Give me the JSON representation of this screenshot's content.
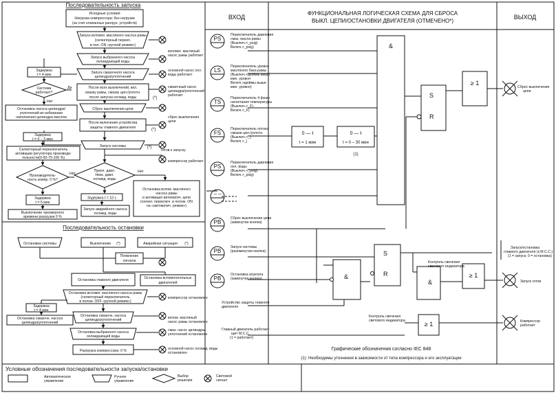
{
  "headers": {
    "startup_seq": "Последовательность запуска",
    "input": "ВХОД",
    "logic_title_1": "ФУНКЦИОНАЛЬНАЯ ЛОГИЧЕСКАЯ СХЕМА ДЛЯ СБРОСА",
    "logic_title_2": "ВЫКЛ. ЦЕПИ/ОСТАНОВКИ ДВИГАТЕЛЯ (ОТМЕЧЕНО*)",
    "output": "ВЫХОД",
    "stop_seq": "Последовательность остановки",
    "legend_title": "Условные обозначения последовательности запуска/остановки"
  },
  "startup": {
    "initial_1": "Исходные условия",
    "initial_2": "Нагрузка компрессора: без нагрузки",
    "initial_3": "(за счет клапанных разгруз. устройств)",
    "s1_1": "Запуск вспомог. масляного насоса рамы",
    "s1_2": "(селекторный перекл.",
    "s1_3": "в пол. ON «ручной режим»)",
    "s1_note_1": "вспомог. масляный",
    "s1_note_2": "насос рамы работает",
    "s2_1": "Запуск выбранного насоса",
    "s2_2": "охлаждающей воды",
    "s3_1": "Запуск смазочного насоса",
    "s3_2": "цилиндра/уплотнений",
    "s3_note_1": "основной насос охл.",
    "s3_note_2": "воды работает",
    "s4_1": "После всех выключений, вкл.",
    "s4_2": "смазку рамы, смазку цил./уплотн.",
    "s4_3": "после запуска охлажд. воды",
    "s4_note_1": "смазочный насос",
    "s4_note_2": "цилиндра/уплотнений",
    "s4_note_3": "работает",
    "s4_star": "(*)",
    "s5": "Сброс выключения цепи",
    "s5_note_1": "сброс выключения",
    "s5_note_2": "цепи",
    "s6_1": "После включения устройства",
    "s6_2": "защиты главного двигателя",
    "s6_star": "(*)",
    "s7": "Запуск системы",
    "s7_star": "(*)",
    "s7_note": "готов к запуску",
    "s8_note": "компрессор работает",
    "d1_1": "Прекл. давл.",
    "d1_2": "Низк. давл.",
    "d1_3": "охлажд. воды",
    "d1_yes": "Нет",
    "delay_main": "Задержка t = 10 с",
    "s9_1": "Запуск аварийного насоса",
    "s9_2": "охлажд. воды",
    "s10_1": "Остановка вспом. масляного",
    "s10_2": "насоса рамы",
    "s10_3": "и активация автоматич. цепи",
    "s10_4": "(селект. переключ. в полож. ON",
    "s10_5": "на «автоматич. режим»)",
    "left_delay1_1": "Задержка",
    "left_delay1_2": "t = 4 мин",
    "left_d_1": "Система",
    "left_d_2": "работает?",
    "left_d_yes": "Да",
    "left_d_no": "Нет",
    "left_stop_1": "Остановка насоса цилиндра/",
    "left_stop_2": "уплотнений во избежание",
    "left_stop_3": "наполнения цилиндра маслом",
    "left_delay2_1": "Задержка",
    "left_delay2_2": "t = 0 – 3 мин",
    "left_sel_1": "Селекторный переключатель",
    "left_sel_2": "активации регулятора производи-",
    "left_sel_3": "тельности(0-50-75-100 %)",
    "left_d2_1": "Производитель-",
    "left_d2_2": "ность компр. 0 %?",
    "left_d2_no": "Нет",
    "left_delay3_1": "Задержка",
    "left_delay3_2": "t = 5 мин",
    "left_end_1": "Выключение чрезмерного",
    "left_end_2": "времени разгрузки 0 %"
  },
  "stop": {
    "b1": "Остановка системы",
    "b2": "Выключение",
    "b2_star": "(*)",
    "b3": "Аварийная ситуация",
    "b3_star": "(*)",
    "sig_1": "Появление",
    "sig_2": "сигнала",
    "m1": "Остановка главного двигателя",
    "m2_1": "Остановка вспомогательных",
    "m2_2": "двигателей",
    "o1_1": "Остановка вспомог. масляного насоса рамы",
    "o1_2": "(селекторный переключатель",
    "o1_3": "в полож. OFF «ручной режим»)",
    "o1_note": "компрессор остановлен",
    "dl_1": "Задержка",
    "dl_2": "t = 4 мин",
    "o2_1": "Остановка смазочн. насоса",
    "o2_2": "цилиндра/уплотнений",
    "o3_1": "Остановка смазочн. насоса",
    "o3_2": "цилиндра/уплотнений",
    "o3_note_1": "вспом. масляный",
    "o3_note_2": "насос рамы остановлен",
    "o4_1": "Остановка выбранного насоса",
    "o4_2": "охлаждающей воды",
    "o4_note_1": "смаз. насос цилиндра/",
    "o4_note_2": "уплотнений остановлен",
    "o5": "Разгрузка компрессора: 0 %",
    "o5_note_1": "основной насос охлажд. воды",
    "o5_note_2": "остановлен"
  },
  "inputs": [
    {
      "sym": "PS",
      "l1": "Переключатель давления",
      "l2": "смаз. масла рамы",
      "l3": "(Выключ.<_psig)",
      "l4": "Включ.>_psig)"
    },
    {
      "sym": "LS",
      "l1": "Переключатель уровня",
      "l2": "масляного бака рамы",
      "l3": "(Выключ.<дюймы выше",
      "l4": "мин. уровня",
      "l5": "Включ.>дюймы выше",
      "l6": "мин. уровня)"
    },
    {
      "sym": "TS",
      "l1": "Переключатель 4 фазы",
      "l2": "нагнетания температуры",
      "l3": "(Выключ.<_F)",
      "l4": "Включ.>_F)"
    },
    {
      "sym": "FS",
      "l1": "Переключатель потока",
      "l2": "смазки цил./уплотн.",
      "l3": "(Выключ.<_)",
      "l4": "Включ.>_)"
    },
    {
      "sym": "PS",
      "l1": "Переключатель давления",
      "l2": "охл. воды",
      "l3": "(Выключ.<_psig)",
      "l4": "Включ.>_psig)"
    },
    {
      "sym": "– –",
      "l1": "",
      "l2": "",
      "l3": "",
      "l4": ""
    },
    {
      "sym": "PB",
      "l1": "Сброс выключения цепи",
      "l2": "(замкнутая кнопка)",
      "l3": "",
      "l4": ""
    },
    {
      "sym": "PB",
      "l1": "Запуск системы",
      "l2": "(разомкнутая кнопка)",
      "l3": "",
      "l4": ""
    },
    {
      "sym": "PB",
      "l1": "Остановка агрегата",
      "l2": "(замкнутая кнопка)",
      "l3": "",
      "l4": ""
    }
  ],
  "inputs_extra": {
    "motor_prot_1": "Устройство защиты главного",
    "motor_prot_2": "двигателя",
    "mcc_1": "Главный двигатель работает",
    "mcc_2": "щит M.C.C.",
    "mcc_3": "(1 = работает)"
  },
  "logic": {
    "and": "&",
    "or": "≥ 1",
    "s": "S",
    "r": "R",
    "timer1_top": "0 — t",
    "timer1_bot": "t = 1 мин",
    "timer2_top": "0 — t",
    "timer2_bot": "t = 0 – 30 мин",
    "timer_note": "(1)",
    "ctrl1_1": "Контроль свечения",
    "ctrl1_2": "светового индикатора",
    "ctrl2_1": "Контроль свечения",
    "ctrl2_2": "светового индикатора",
    "graphic_note": "Графические обозначения согласно IEC 848",
    "footnote": "(1): Необходимы уточнения в зависимости от типа компрессора и его эксплуатации"
  },
  "outputs": {
    "o1_1": "Сброс выключения",
    "o1_2": "цепи",
    "o2_1": "Запуск/остановка",
    "o2_2": "главного двигателя (к M.C.C.)",
    "o2_3": "(1 = запуск; 0 = остановка)",
    "o3": "Запуск готов",
    "o4_1": "Компрессор",
    "o4_2": "работает"
  },
  "legend": {
    "auto_1": "Автоматическое",
    "auto_2": "управление",
    "manual_1": "Ручное",
    "manual_2": "управление",
    "choice_1": "Выбор",
    "choice_2": "решения",
    "light_1": "Световой",
    "light_2": "сигнал"
  }
}
